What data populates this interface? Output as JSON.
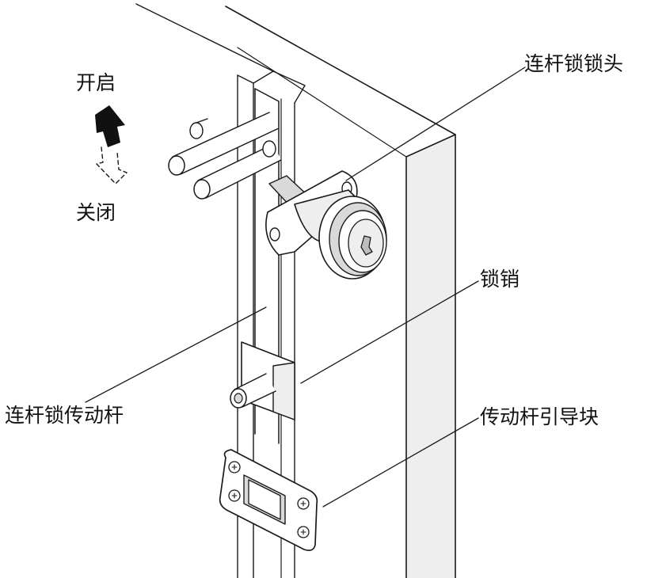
{
  "labels": {
    "open": "开启",
    "close": "关闭",
    "lock_head": "连杆锁锁头",
    "lock_pin": "锁销",
    "drive_rod": "连杆锁传动杆",
    "guide_block": "传动杆引导块"
  },
  "icons": {
    "open_arrow": "arrow-up-solid-icon",
    "close_arrow": "arrow-down-dashed-icon"
  },
  "colors": {
    "line": "#1a1a1a",
    "text": "#111111"
  }
}
